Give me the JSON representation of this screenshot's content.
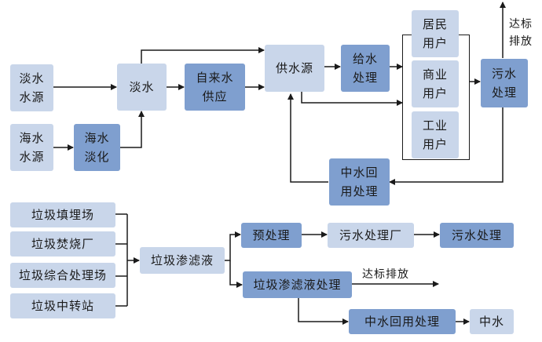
{
  "nodes": {
    "fresh_source": "淡水\n水源",
    "sea_source": "海水\n水源",
    "desal": "海水\n淡化",
    "fresh": "淡水",
    "tap": "自来水\n供应",
    "supply": "供水源",
    "treat": "给水\n处理",
    "resident": "居民\n用户",
    "commercial": "商业\n用户",
    "industrial": "工业\n用户",
    "sewage": "污水\n处理",
    "reuse": "中水回\n用处理",
    "landfill": "垃圾填埋场",
    "incinerator": "垃圾焚烧厂",
    "integrated": "垃圾综合处理场",
    "transfer": "垃圾中转站",
    "leachate": "垃圾渗滤液",
    "pretreat": "预处理",
    "sewage_plant": "污水处理厂",
    "sewage2": "污水处理",
    "leachate_treat": "垃圾渗滤液处理",
    "reuse2": "中水回用处理",
    "reclaimed": "中水"
  },
  "labels": {
    "discharge_top": "达标\n排放",
    "discharge_bottom": "达标排放"
  },
  "colors": {
    "light": "#c9d6ea",
    "dark": "#7f9fcf",
    "line": "#1a1a1a"
  }
}
